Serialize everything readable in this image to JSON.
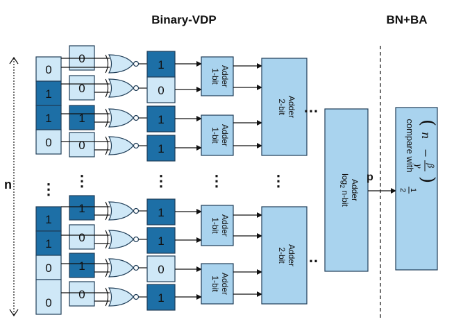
{
  "titles": {
    "main": "Binary-VDP",
    "right": "BN+BA"
  },
  "n_label": "n",
  "p_label": "p",
  "col_a_top": [
    "0",
    "1",
    "1",
    "0"
  ],
  "col_b_top": [
    "0",
    "0",
    "1",
    "0"
  ],
  "col_c_top": [
    "1",
    "0",
    "1",
    "1"
  ],
  "col_a_bot": [
    "1",
    "1",
    "0",
    "0"
  ],
  "col_b_bot": [
    "1",
    "0",
    "1",
    "0"
  ],
  "col_c_bot": [
    "1",
    "1",
    "0",
    "1"
  ],
  "adder1": [
    "1-bit",
    "Adder"
  ],
  "adder2": [
    "2-bit",
    "Adder"
  ],
  "adder_log": {
    "prefix": "log",
    "sub": "2",
    "suffix": " n-bit",
    "line2": "Adder"
  },
  "compare": {
    "text": "compare with",
    "half_num": "1",
    "half_den": "2",
    "n": "n",
    "minus": "−",
    "beta": "β",
    "gamma": "γ"
  },
  "dots": "⋮",
  "hdots": "…",
  "colors": {
    "dark": "#1d6fa6",
    "light": "#cfe8f7",
    "box": "#a9d3ee"
  }
}
